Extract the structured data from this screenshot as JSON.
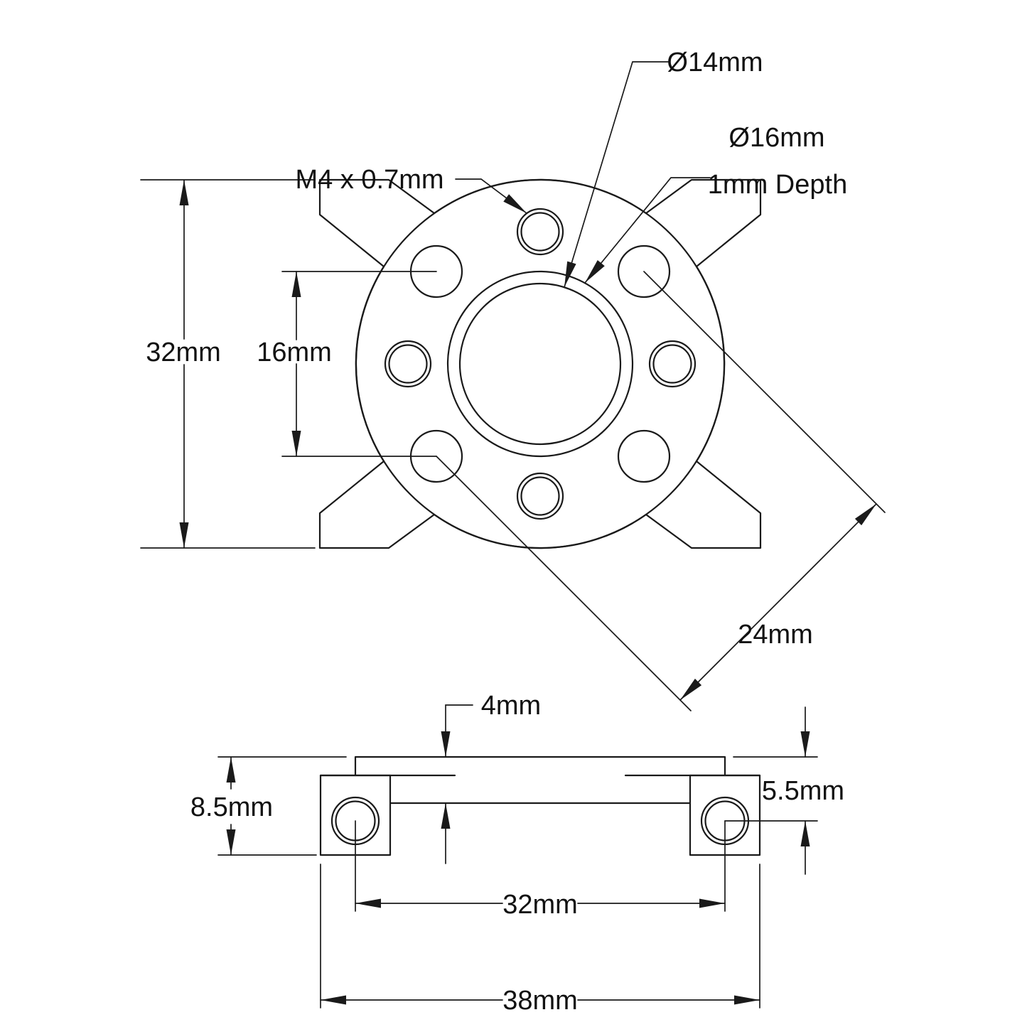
{
  "drawing": {
    "background": "#ffffff",
    "line_color": "#1a1a1a",
    "type": "2D engineering dimension drawing, front view and side section view of an X-shaped clamping flange mount",
    "top_view": {
      "labels": {
        "thread_spec": "M4 x 0.7mm",
        "bore_diameter": "Ø14mm",
        "recess_diameter": "Ø16mm",
        "recess_depth": "1mm Depth",
        "overall_height": "32mm",
        "hole_spacing_vertical": "16mm",
        "hole_spacing_diagonal": "24mm"
      }
    },
    "side_view": {
      "labels": {
        "plate_thickness": "4mm",
        "overall_thickness": "8.5mm",
        "hole_center_offset": "5.5mm",
        "side_hole_spacing": "32mm",
        "overall_width": "38mm"
      }
    }
  }
}
